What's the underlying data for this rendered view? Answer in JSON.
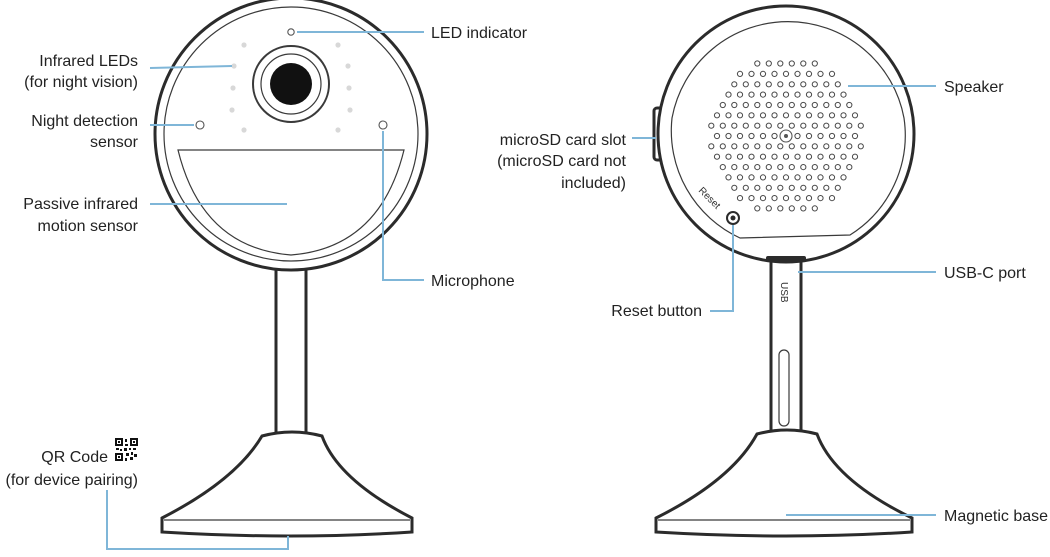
{
  "front": {
    "led_indicator": "LED indicator",
    "infrared_leds": [
      "Infrared LEDs",
      "(for night vision)"
    ],
    "night_detection": [
      "Night detection",
      "sensor"
    ],
    "pir": [
      "Passive infrared",
      "motion sensor"
    ],
    "microphone": "Microphone",
    "qr_code": [
      "QR Code",
      "(for device pairing)"
    ]
  },
  "back": {
    "speaker": "Speaker",
    "microsd": [
      "microSD card slot",
      "(microSD card not",
      "included)"
    ],
    "reset_button": "Reset button",
    "reset_print": "Reset",
    "usb_c": "USB-C port",
    "usb_print": "USB",
    "magnetic_base": "Magnetic base"
  },
  "colors": {
    "leader": "#7fb6d8",
    "outline": "#2b2b2b"
  },
  "icons": {
    "qr": "qr-code-icon"
  }
}
